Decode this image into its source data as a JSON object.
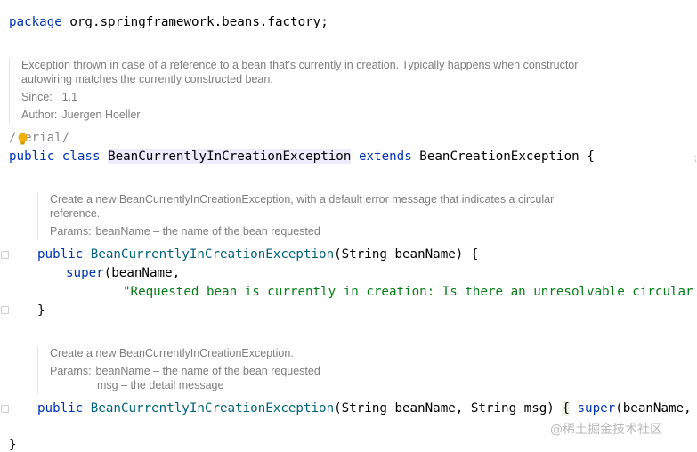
{
  "package_line": {
    "keyword": "package",
    "name": "org.springframework.beans.factory;"
  },
  "class_doc": {
    "description_line1": "Exception thrown in case of a reference to a bean that's currently in creation. Typically happens when constructor",
    "description_line2": "autowiring matches the currently constructed bean.",
    "since_label": "Since:",
    "since_value": "1.1",
    "author_label": "Author:",
    "author_value": "Juergen Hoeller"
  },
  "serial_comment": {
    "prefix": "/",
    "rest": "erial/"
  },
  "class_decl": {
    "modifier": "public",
    "class_keyword": "class",
    "class_name": "BeanCurrentlyInCreationException",
    "extends_keyword": "extends",
    "parent_class": "BeanCreationException",
    "open_brace": "{"
  },
  "ctor1_doc": {
    "line1": "Create a new BeanCurrentlyInCreationException, with a default error message that indicates a circular",
    "line2": "reference.",
    "params_label": "Params:",
    "param1": "beanName – the name of the bean requested"
  },
  "ctor1": {
    "modifier": "public",
    "name": "BeanCurrentlyInCreationException",
    "params": "(String beanName) {",
    "super_keyword": "super",
    "super_args": "(beanName,",
    "message": "\"Requested bean is currently in creation: Is there an unresolvable circular refer",
    "close_brace": "}"
  },
  "ctor2_doc": {
    "line1": "Create a new BeanCurrentlyInCreationException.",
    "params_label": "Params:",
    "param1": "beanName – the name of the bean requested",
    "param2": "msg – the detail message"
  },
  "ctor2": {
    "modifier": "public",
    "name": "BeanCurrentlyInCreationException",
    "params": "(String beanName, String msg) ",
    "open_brace": "{",
    "super_keyword": "super",
    "super_args": "(beanName, msg);"
  },
  "class_close": "}",
  "watermark": "@稀土掘金技术社区",
  "colors": {
    "keyword": "#0033b3",
    "method": "#00627a",
    "string": "#067d17",
    "comment": "#8c8c8c",
    "doc_text": "#7d7d7d",
    "selection": "#edebfc",
    "bulb": "#f2b10a"
  }
}
